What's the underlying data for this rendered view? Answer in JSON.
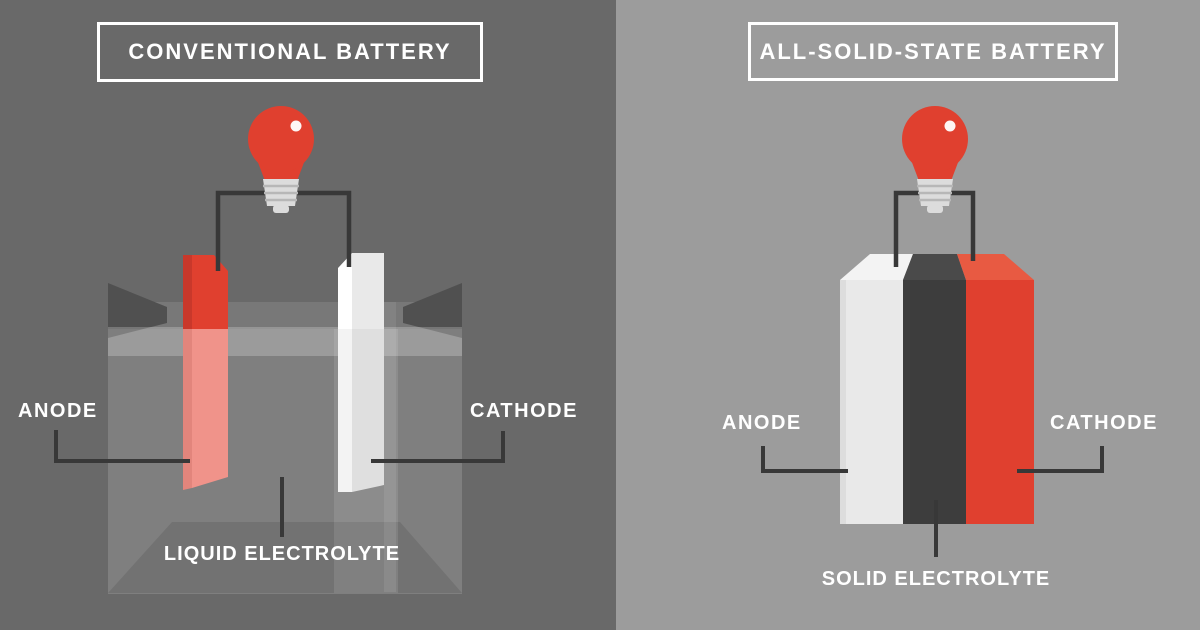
{
  "left_panel": {
    "title": "CONVENTIONAL BATTERY",
    "labels": {
      "anode": "ANODE",
      "cathode": "CATHODE",
      "electrolyte": "LIQUID ELECTROLYTE"
    }
  },
  "right_panel": {
    "title": "ALL-SOLID-STATE BATTERY",
    "labels": {
      "anode": "ANODE",
      "cathode": "CATHODE",
      "electrolyte": "SOLID ELECTROLYTE"
    }
  },
  "colors": {
    "left_bg": "#696969",
    "right_bg": "#9c9c9c",
    "text": "#ffffff",
    "red": "#e0402f",
    "red_dark": "#c9382b",
    "red_light": "#f0938a",
    "red_top": "#e85a42",
    "wire": "#383838",
    "dark_stripe": "#3d3d3d",
    "light_gray": "#e9e9e9",
    "bulb_base": "#dcdcdc",
    "wedge": "#505050"
  }
}
